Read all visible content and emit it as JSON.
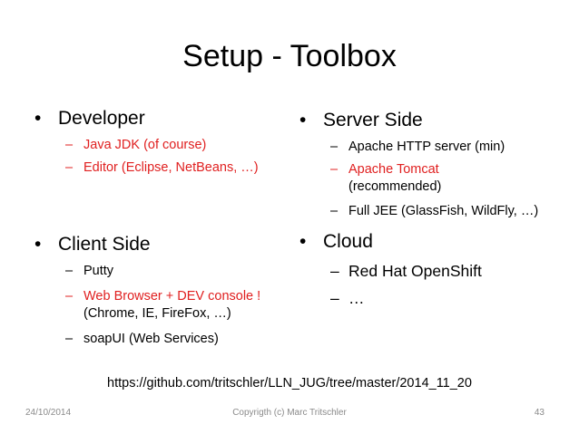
{
  "title": "Setup - Toolbox",
  "bullet_glyph": "•",
  "dash_glyph": "–",
  "left": {
    "developer": {
      "label": "Developer",
      "items": [
        "Java JDK (of course)",
        "Editor (Eclipse, NetBeans, …)"
      ]
    },
    "client": {
      "label": "Client Side",
      "items": [
        {
          "text": "Putty"
        },
        {
          "text": "Web Browser + DEV console !",
          "cont": "(Chrome, IE, FireFox, …)"
        },
        {
          "text": "soapUI (Web Services)"
        }
      ]
    }
  },
  "right": {
    "server": {
      "label": "Server Side",
      "items": [
        {
          "text": "Apache HTTP server (min)"
        },
        {
          "text": "Apache Tomcat",
          "cont": "(recommended)"
        },
        {
          "text": "Full JEE (GlassFish, WildFly, …)"
        }
      ]
    },
    "cloud": {
      "label": "Cloud",
      "items": [
        "Red Hat OpenShift",
        "…"
      ]
    }
  },
  "link_url": "https://github.com/tritschler/LLN_JUG/tree/master/2014_11_20",
  "footer": {
    "date": "24/10/2014",
    "copyright": "Copyrigth (c) Marc Tritschler",
    "page": "43"
  },
  "colors": {
    "highlight": "#e02020",
    "footer_text": "#8a8a8a"
  }
}
